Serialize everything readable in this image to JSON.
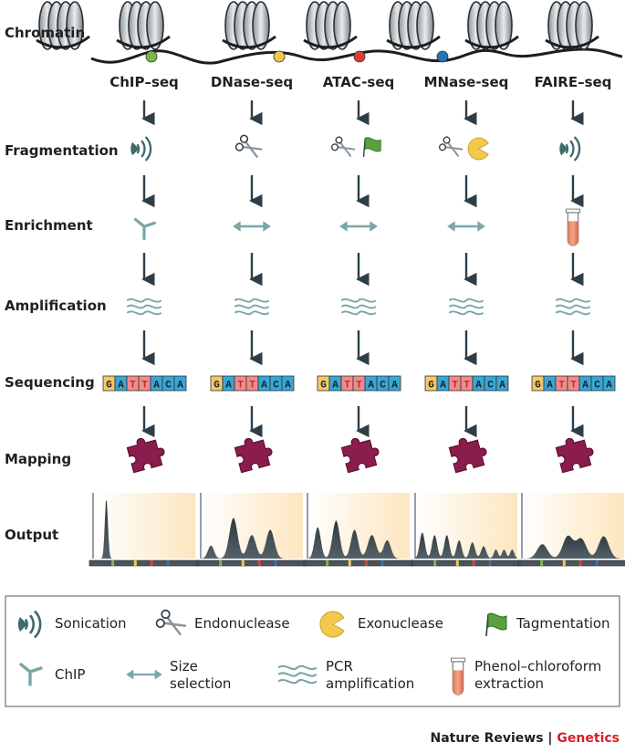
{
  "rows": {
    "chromatin": "Chromatin",
    "fragmentation": "Fragmentation",
    "enrichment": "Enrichment",
    "amplification": "Amplification",
    "sequencing": "Sequencing",
    "mapping": "Mapping",
    "output": "Output"
  },
  "columns": [
    {
      "name": "ChIP–seq",
      "frag": [
        "sonication"
      ],
      "enrich": "chip",
      "dot": "#7ab648",
      "peaks": [
        [
          0.13,
          0.92,
          0.015
        ]
      ]
    },
    {
      "name": "DNase-seq",
      "frag": [
        "endonuclease"
      ],
      "enrich": "size",
      "dot": "#f2c844",
      "peaks": [
        [
          0.1,
          0.2,
          0.03
        ],
        [
          0.32,
          0.62,
          0.04
        ],
        [
          0.5,
          0.36,
          0.04
        ],
        [
          0.68,
          0.44,
          0.04
        ]
      ]
    },
    {
      "name": "ATAC-seq",
      "frag": [
        "endonuclease",
        "tagmentation"
      ],
      "enrich": "size",
      "dot": "#e03c31",
      "peaks": [
        [
          0.1,
          0.48,
          0.03
        ],
        [
          0.28,
          0.58,
          0.035
        ],
        [
          0.46,
          0.44,
          0.035
        ],
        [
          0.63,
          0.36,
          0.04
        ],
        [
          0.78,
          0.28,
          0.035
        ]
      ]
    },
    {
      "name": "MNase-seq",
      "frag": [
        "endonuclease",
        "exonuclease"
      ],
      "enrich": "size",
      "dot": "#2a72b8",
      "peaks": [
        [
          0.07,
          0.4,
          0.025
        ],
        [
          0.19,
          0.36,
          0.025
        ],
        [
          0.31,
          0.36,
          0.025
        ],
        [
          0.43,
          0.28,
          0.025
        ],
        [
          0.56,
          0.25,
          0.025
        ],
        [
          0.67,
          0.19,
          0.025
        ],
        [
          0.79,
          0.14,
          0.02
        ],
        [
          0.87,
          0.14,
          0.02
        ],
        [
          0.95,
          0.14,
          0.02
        ]
      ]
    },
    {
      "name": "FAIRE–seq",
      "frag": [
        "sonication"
      ],
      "enrich": "tube",
      "dot": null,
      "peaks": [
        [
          0.2,
          0.22,
          0.05
        ],
        [
          0.45,
          0.34,
          0.05
        ],
        [
          0.58,
          0.3,
          0.05
        ],
        [
          0.8,
          0.34,
          0.05
        ]
      ]
    }
  ],
  "sequence": "GATTACA",
  "base_colors": {
    "G": "#f3c96a",
    "A": "#35a7d9",
    "T": "#f08c8c",
    "C": "#35a7d9"
  },
  "colors": {
    "arrow": "#2d3e48",
    "teal": "#3d6b6c",
    "light_teal": "#7aa6a6",
    "puzzle": "#8a1d4d",
    "tube": "#e8846a",
    "flag": "#5aa03c",
    "pac": "#f2c94c",
    "gradient": "#fde9c4"
  },
  "legend": {
    "sonication": "Sonication",
    "endonuclease": "Endonuclease",
    "exonuclease": "Exonuclease",
    "tagmentation": "Tagmentation",
    "chip": "ChIP",
    "size": "Size\nselection",
    "pcr": "PCR\namplification",
    "phenol": "Phenol–chloroform\nextraction"
  },
  "credit": {
    "journal": "Nature Reviews",
    "separator": " | ",
    "section": "Genetics"
  }
}
